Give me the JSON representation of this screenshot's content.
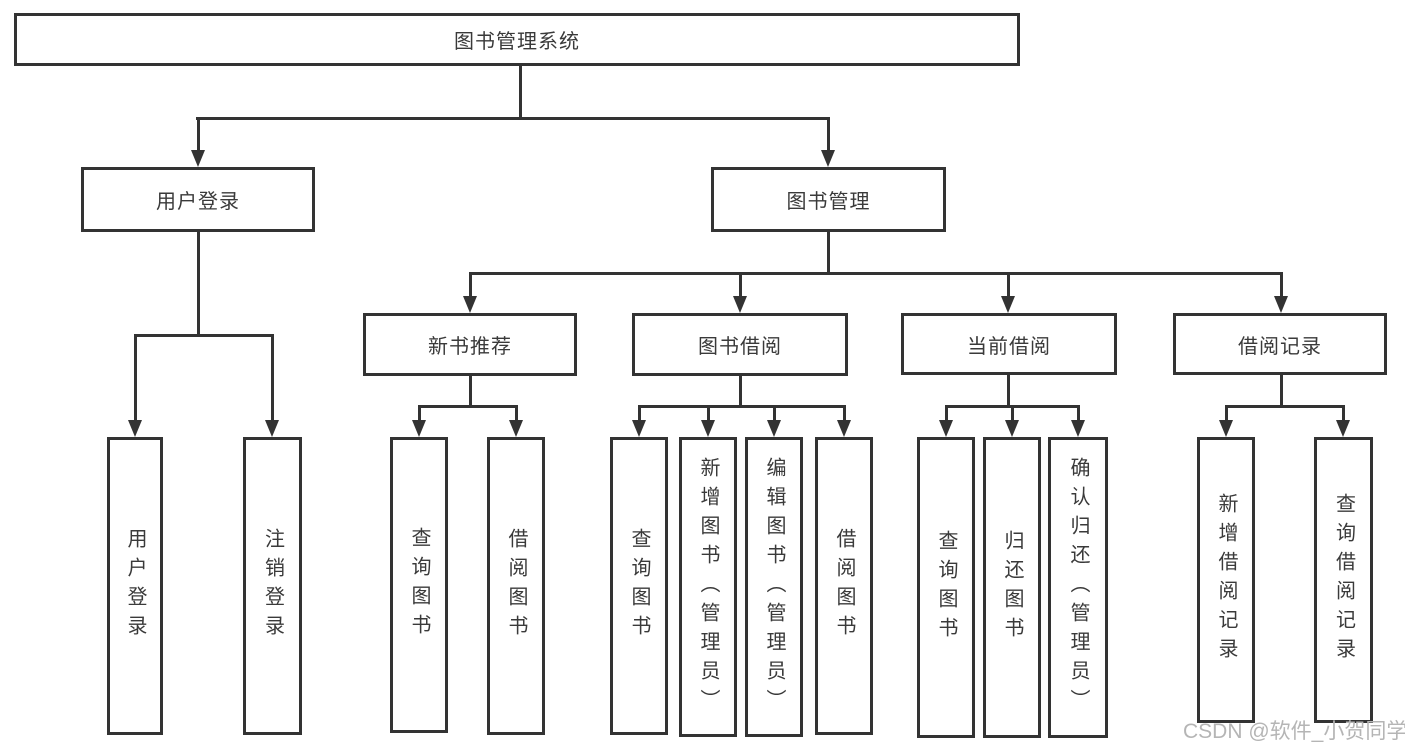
{
  "diagram": {
    "root": {
      "label": "图书管理系统"
    },
    "branches": [
      {
        "label": "用户登录",
        "children": [
          {
            "label": "用户登录"
          },
          {
            "label": "注销登录"
          }
        ]
      },
      {
        "label": "图书管理",
        "children": [
          {
            "label": "新书推荐",
            "children": [
              {
                "label": "查询图书"
              },
              {
                "label": "借阅图书"
              }
            ]
          },
          {
            "label": "图书借阅",
            "children": [
              {
                "label": "查询图书"
              },
              {
                "label": "新增图书（管理员）"
              },
              {
                "label": "编辑图书（管理员）"
              },
              {
                "label": "借阅图书"
              }
            ]
          },
          {
            "label": "当前借阅",
            "children": [
              {
                "label": "查询图书"
              },
              {
                "label": "归还图书"
              },
              {
                "label": "确认归还（管理员）"
              }
            ]
          },
          {
            "label": "借阅记录",
            "children": [
              {
                "label": "新增借阅记录"
              },
              {
                "label": "查询借阅记录"
              }
            ]
          }
        ]
      }
    ]
  },
  "watermark": {
    "text": "CSDN @软件_小贺同学"
  },
  "colors": {
    "line": "#333333",
    "text": "#3a3a3a",
    "watermark": "#b5b5b5",
    "background": "#ffffff"
  }
}
